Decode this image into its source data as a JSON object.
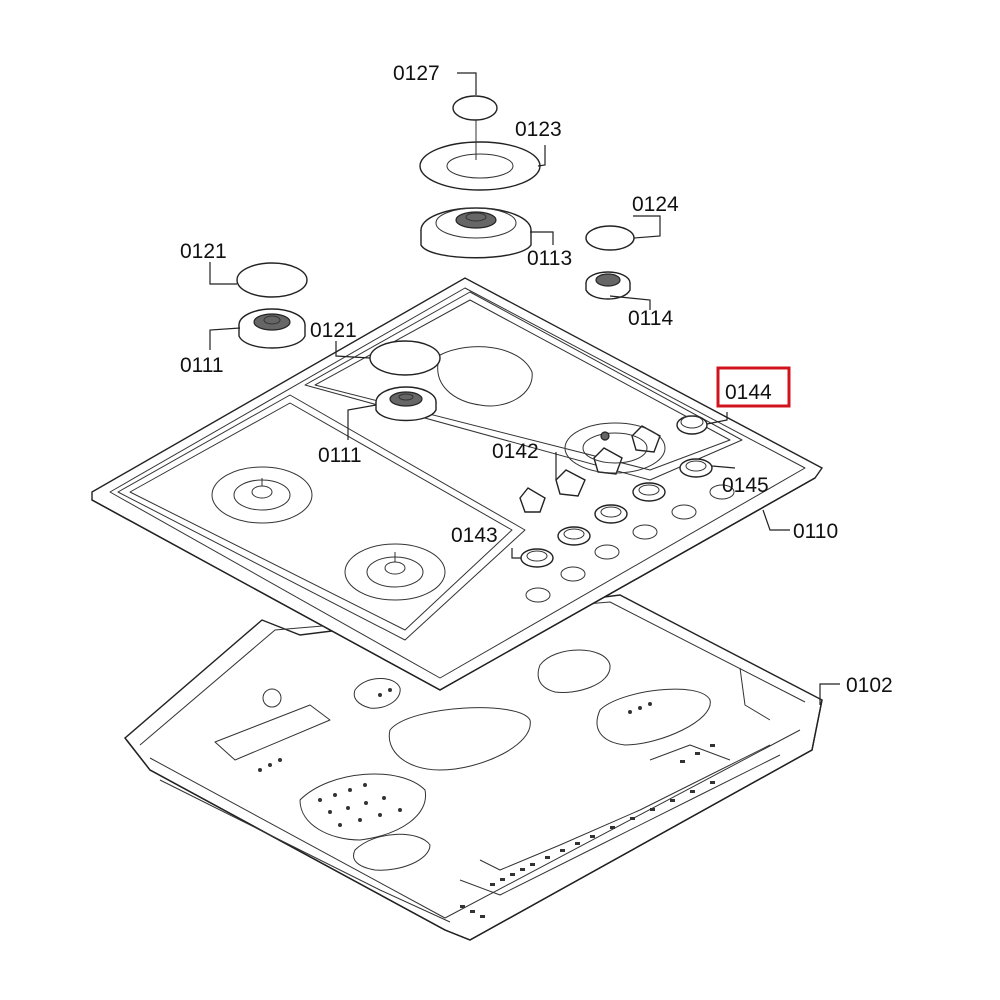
{
  "labels": {
    "l0127": "0127",
    "l0123": "0123",
    "l0124": "0124",
    "l0113": "0113",
    "l0114": "0114",
    "l0121a": "0121",
    "l0121b": "0121",
    "l0111a": "0111",
    "l0111b": "0111",
    "l0144": "0144",
    "l0142": "0142",
    "l0145": "0145",
    "l0143": "0143",
    "l0110": "0110",
    "l0102": "0102"
  },
  "highlight": {
    "label": "0144",
    "color": "#d0141e"
  }
}
